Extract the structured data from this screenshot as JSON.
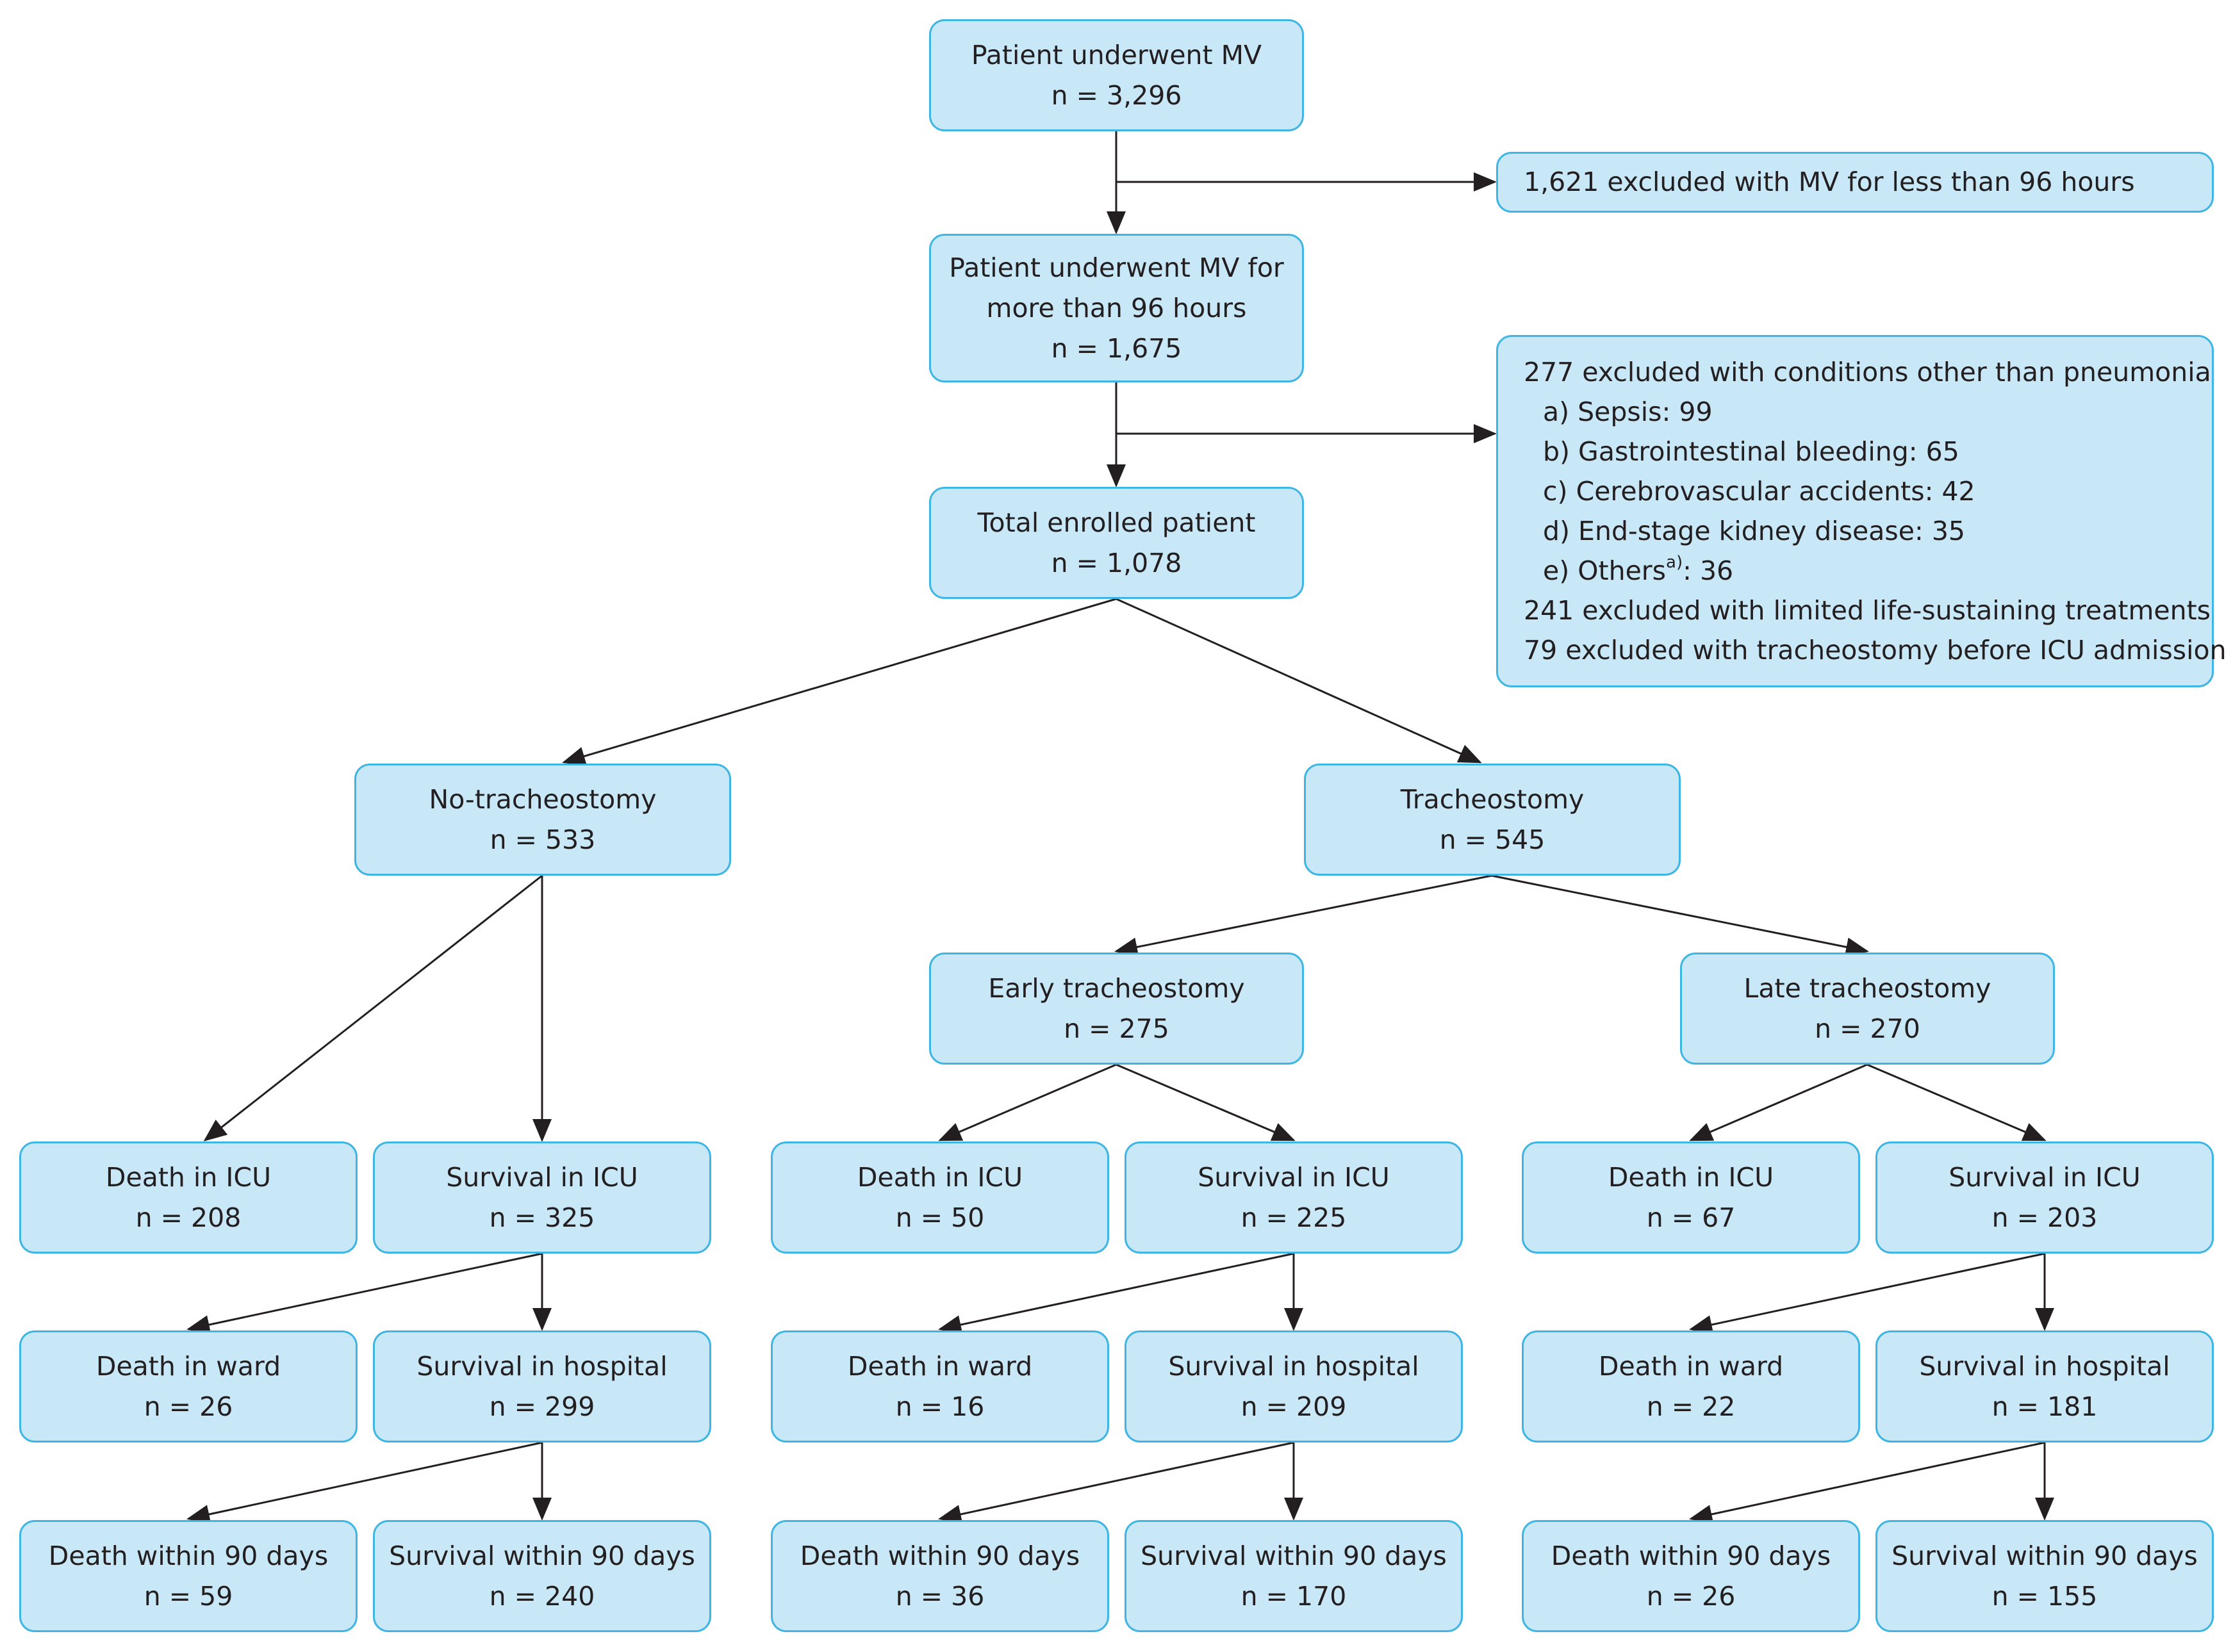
{
  "nodes": {
    "mv_all": {
      "label": "Patient underwent MV",
      "n": "n = 3,296"
    },
    "excl_96": {
      "label": "1,621 excluded with MV for less than 96 hours"
    },
    "mv_96": {
      "label_1": "Patient underwent MV for",
      "label_2": "more than 96 hours",
      "n": "n = 1,675"
    },
    "excl_conditions": {
      "header": "277 excluded with conditions other than pneumonia",
      "items": [
        "a) Sepsis: 99",
        "b) Gastrointestinal bleeding: 65",
        "c) Cerebrovascular accidents: 42",
        "d) End-stage kidney disease: 35"
      ],
      "others_prefix": "e) Others",
      "others_sup": "a)",
      "others_suffix": ": 36",
      "footer_1": "241 excluded with limited life-sustaining treatments",
      "footer_2": "79 excluded with tracheostomy before ICU admission"
    },
    "enrolled": {
      "label": "Total enrolled patient",
      "n": "n = 1,078"
    },
    "no_trach": {
      "label": "No-tracheostomy",
      "n": "n = 533"
    },
    "trach": {
      "label": "Tracheostomy",
      "n": "n = 545"
    },
    "early": {
      "label": "Early tracheostomy",
      "n": "n = 275"
    },
    "late": {
      "label": "Late tracheostomy",
      "n": "n = 270"
    },
    "no_icu_death": {
      "label": "Death in ICU",
      "n": "n = 208"
    },
    "no_icu_surv": {
      "label": "Survival in ICU",
      "n": "n = 325"
    },
    "no_ward_death": {
      "label": "Death in ward",
      "n": "n = 26"
    },
    "no_hosp_surv": {
      "label": "Survival in hospital",
      "n": "n = 299"
    },
    "no_90_death": {
      "label": "Death within 90 days",
      "n": "n = 59"
    },
    "no_90_surv": {
      "label": "Survival within 90 days",
      "n": "n = 240"
    },
    "early_icu_death": {
      "label": "Death in ICU",
      "n": "n = 50"
    },
    "early_icu_surv": {
      "label": "Survival in ICU",
      "n": "n = 225"
    },
    "early_ward_death": {
      "label": "Death in ward",
      "n": "n = 16"
    },
    "early_hosp_surv": {
      "label": "Survival in hospital",
      "n": "n = 209"
    },
    "early_90_death": {
      "label": "Death within 90 days",
      "n": "n = 36"
    },
    "early_90_surv": {
      "label": "Survival within 90 days",
      "n": "n = 170"
    },
    "late_icu_death": {
      "label": "Death in ICU",
      "n": "n = 67"
    },
    "late_icu_surv": {
      "label": "Survival in ICU",
      "n": "n = 203"
    },
    "late_ward_death": {
      "label": "Death in ward",
      "n": "n = 22"
    },
    "late_hosp_surv": {
      "label": "Survival in hospital",
      "n": "n = 181"
    },
    "late_90_death": {
      "label": "Death within 90 days",
      "n": "n = 26"
    },
    "late_90_surv": {
      "label": "Survival within 90 days",
      "n": "n = 155"
    }
  },
  "colors": {
    "box_fill": "#c8e8f8",
    "box_border": "#3fb5e3",
    "arrow": "#231f20",
    "text": "#231f20"
  }
}
